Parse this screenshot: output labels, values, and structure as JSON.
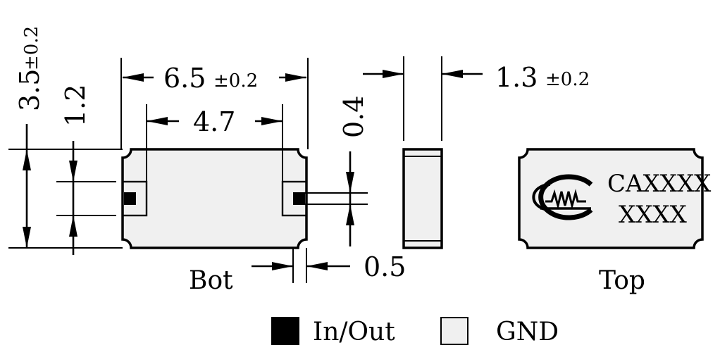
{
  "dimensions": {
    "height_total": {
      "value": "3.5",
      "tol": "±0.2"
    },
    "pad_height": "1.2",
    "length_total": {
      "value": "6.5",
      "tol": "±0.2"
    },
    "inner_length": "4.7",
    "pad_offset": "0.4",
    "pad_width": "0.5",
    "thickness": {
      "value": "1.3",
      "tol": "±0.2"
    }
  },
  "views": {
    "bottom_label": "Bot",
    "top_label": "Top"
  },
  "marking": {
    "line1": "CAXXXX",
    "line2": "XXXX",
    "logo_icon": "cw-logo-icon"
  },
  "legend": {
    "items": [
      {
        "label": "In/Out",
        "color": "#000000"
      },
      {
        "label": "GND",
        "color": "#f0f0f0"
      }
    ]
  }
}
